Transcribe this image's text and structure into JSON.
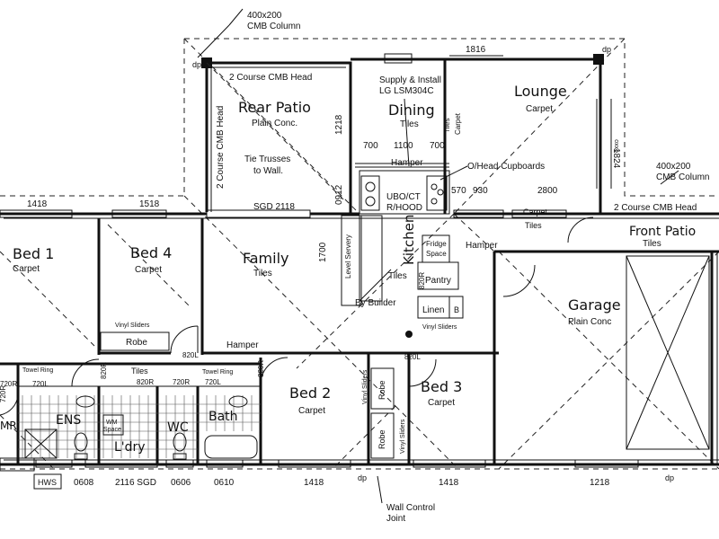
{
  "notes": {
    "cmb_column_top": [
      "400x200",
      "CMB Column"
    ],
    "cmb_column_right": [
      "400x200",
      "CMB Column"
    ],
    "cmb_head_top": "2 Course CMB Head",
    "cmb_head_side": "2 Course CMB Head",
    "cmb_head_front": "2 Course CMB Head",
    "supply_install": [
      "Supply & Install",
      "LG LSM304C"
    ],
    "tie_trusses": [
      "Tie Trusses",
      "to Wall."
    ],
    "head_cupboards": "O/Head Cupboards",
    "uboct": [
      "UBO/CT",
      "R/HOOD"
    ],
    "by_builder": "By Builder",
    "level_servery": "Level Servery",
    "wall_control": [
      "Wall Control",
      "Joint"
    ],
    "vinyl_sliders": "Vinyl Sliders",
    "towel_ring": "Towel Ring",
    "dp": "dp",
    "hws": "HWS",
    "oxxo": "oxxo"
  },
  "rooms": {
    "rear_patio": {
      "name": "Rear Patio",
      "finish": "Plain Conc."
    },
    "dining": {
      "name": "Dining",
      "finish": "Tiles"
    },
    "lounge": {
      "name": "Lounge",
      "finish": "Carpet"
    },
    "bed1": {
      "name": "Bed 1",
      "finish": "Carpet"
    },
    "bed4": {
      "name": "Bed 4",
      "finish": "Carpet"
    },
    "family": {
      "name": "Family",
      "finish": "Tiles"
    },
    "kitchen": {
      "name": "Kitchen",
      "finish": "Tiles"
    },
    "garage": {
      "name": "Garage",
      "finish": "Plain Conc"
    },
    "front_patio": {
      "name": "Front Patio",
      "finish": "Tiles"
    },
    "bed2": {
      "name": "Bed 2",
      "finish": "Carpet"
    },
    "bed3": {
      "name": "Bed 3",
      "finish": "Carpet"
    },
    "ens": {
      "name": "ENS"
    },
    "wc": {
      "name": "WC"
    },
    "bath": {
      "name": "Bath"
    },
    "laundry": {
      "name": "L'dry"
    },
    "mr": {
      "name": "MR"
    },
    "hamper1": "Hamper",
    "hamper2": "Hamper",
    "hamper3": "Hamper",
    "carpet_tiles": [
      "Carpet",
      "Tiles"
    ],
    "tiles_hall": "Tiles",
    "tiles_dining_side": "Tiles",
    "carpet_dining_side": "Carpet",
    "fridge_space": [
      "Fridge",
      "Space"
    ],
    "pantry": "Pantry",
    "linen": "Linen",
    "linen_b": "B",
    "robe_bed4": "Robe",
    "robe_bed2": "Robe",
    "robe_bed3": "Robe",
    "wm_space": [
      "WM",
      "Space"
    ]
  },
  "dimensions": {
    "d1816": "1816",
    "d1218_dining": "1218",
    "d1824": "1824",
    "d700a": "700",
    "d1100": "1100",
    "d700b": "700",
    "d0912": "0912",
    "d570": "570",
    "d930": "930",
    "d2800": "2800",
    "d1418_top": "1418",
    "d1518": "1518",
    "sgd2118": "SGD 2118",
    "d1700": "1700",
    "d820r_kit": "820R",
    "d820l_hamper": "820L",
    "d820r_ens": "820R",
    "d820r_ldry": "820R",
    "d720r_ens": "720R",
    "d720l_ens": "720L",
    "d720r_wc": "720R",
    "d720l_wc": "720L",
    "d820r_bed2": "820R",
    "d820l_bed3": "820L",
    "d720r_mr": "720R",
    "vinyl_bed2": "Vinyl Sliders",
    "vinyl_bed3": "Vinyl Sliders",
    "vinyl_linen": "Vinyl Sliders",
    "b0608": "0608",
    "b2116": "2116 SGD",
    "b0606": "0606",
    "b0610": "0610",
    "b1418a": "1418",
    "b1418b": "1418",
    "b1218": "1218"
  }
}
